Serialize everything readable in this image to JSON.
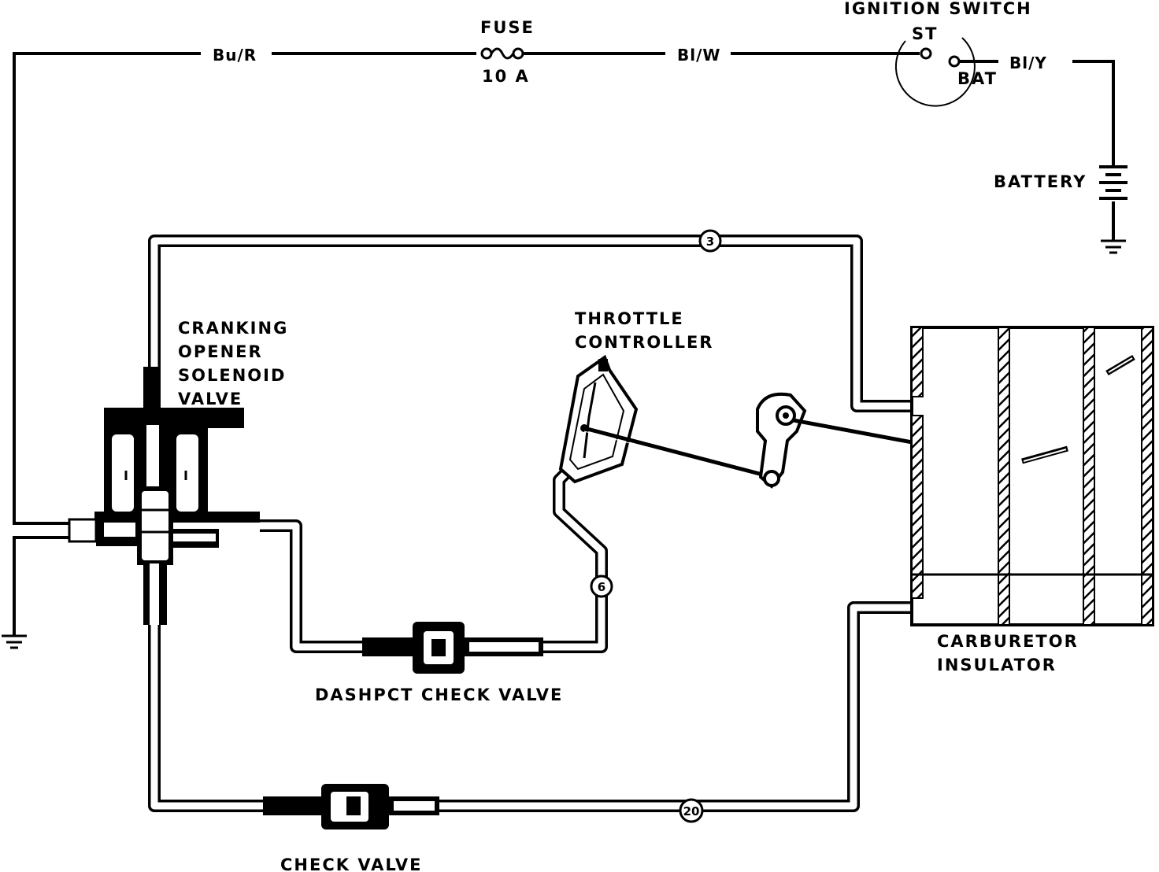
{
  "labels": {
    "ignition_switch": "IGNITION SWITCH",
    "st": "ST",
    "bat": "BAT",
    "fuse": "FUSE",
    "fuse_rating": "10 A",
    "battery": "BATTERY",
    "throttle_controller": [
      "THROTTLE",
      "CONTROLLER"
    ],
    "cranking_valve": [
      "CRANKING",
      "OPENER",
      "SOLENOID",
      "VALVE"
    ],
    "dashpot_check_valve": "DASHPCT CHECK VALVE",
    "check_valve": "CHECK VALVE",
    "carburetor_insulator": [
      "CARBURETOR",
      "INSULATOR"
    ]
  },
  "wires": {
    "bu_r": "Bu/R",
    "bl_w": "Bl/W",
    "bl_y": "Bl/Y"
  },
  "hose_numbers": {
    "h3": "3",
    "h6": "6",
    "h20": "20"
  }
}
